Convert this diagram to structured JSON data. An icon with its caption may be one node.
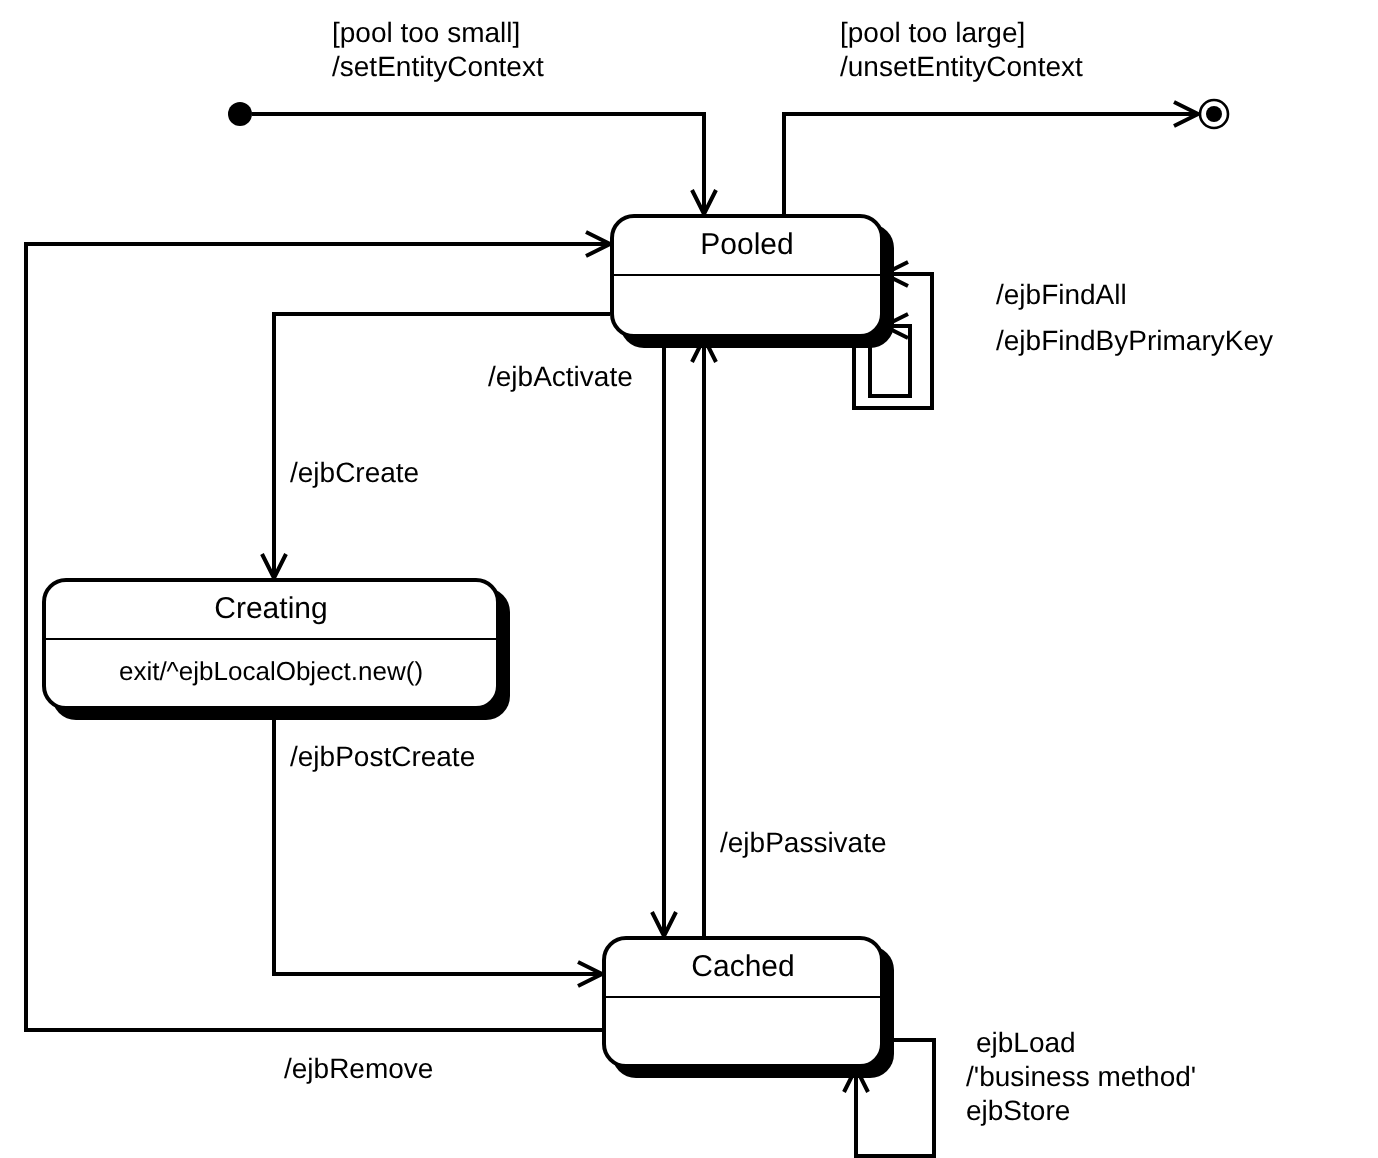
{
  "diagram": {
    "nodes": [
      {
        "text": [],
        "shape": "circle"
      },
      {
        "text": [],
        "shape": "circle"
      },
      {
        "text": [
          "Pooled"
        ]
      },
      {
        "text": [
          "Creating",
          "exit/^ejbLocalObject.new()"
        ]
      },
      {
        "text": [
          "Cached"
        ]
      }
    ],
    "edges": [
      {
        "from": 0,
        "to": 2,
        "arrow": "to",
        "label": "[pool too small] /setEntityContext"
      },
      {
        "from": 2,
        "to": 1,
        "arrow": "to",
        "label": "[pool too large] /unsetEntityContext"
      },
      {
        "from": 2,
        "to": 3,
        "arrow": "to",
        "label": "/ejbCreate"
      },
      {
        "from": 3,
        "to": 4,
        "arrow": "to",
        "label": "/ejbPostCreate"
      },
      {
        "from": 2,
        "to": 4,
        "arrow": "to",
        "label": "/ejbActivate"
      },
      {
        "from": 4,
        "to": 2,
        "arrow": "to",
        "label": "/ejbPassivate"
      },
      {
        "from": 4,
        "to": 2,
        "arrow": "to",
        "label": "/ejbRemove"
      },
      {
        "from": 2,
        "to": 2,
        "arrow": "to",
        "label": "/ejbFindAll"
      },
      {
        "from": 2,
        "to": 2,
        "arrow": "to",
        "label": "/ejbFindByPrimaryKey"
      },
      {
        "from": 4,
        "to": 4,
        "arrow": "to",
        "label": "ejbLoad /'business method' ejbStore"
      }
    ]
  }
}
